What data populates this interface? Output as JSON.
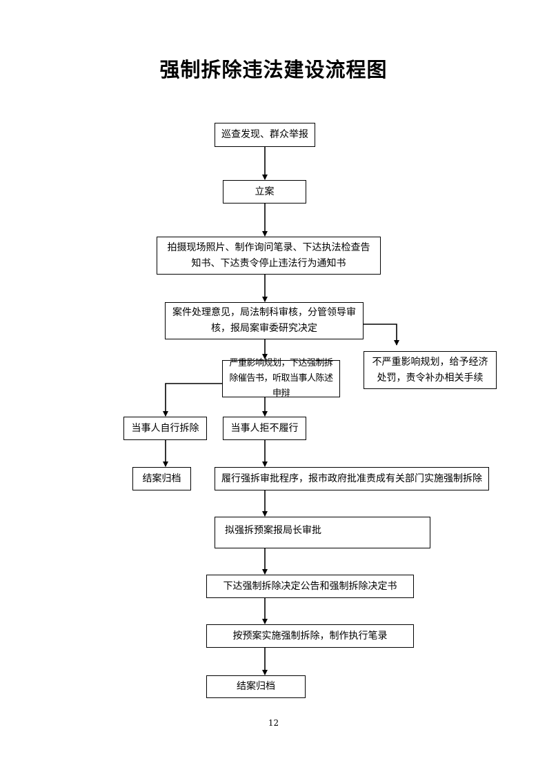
{
  "title": "强制拆除违法建设流程图",
  "steps": {
    "discover": "巡查发现、群众举报",
    "file_case": "立案",
    "investigate": "拍摄现场照片、制作询问笔录、下达执法检查告知书、下达责令停止违法行为通知书",
    "review": "案件处理意见，局法制科审核，分管领导审核，报局案审委研究决定",
    "minor": "不严重影响规划，给予经济处罚，责令补办相关手续",
    "serious": "严重影响规划，下达强制拆除催告书，听取当事人陈述申辩",
    "self_demolish": "当事人自行拆除",
    "close_left": "结案归档",
    "refuse": "当事人拒不履行",
    "approval_procedure": "履行强拆审批程序，报市政府批准责成有关部门实施强制拆除",
    "plan": "拟强拆预案报局长审批",
    "decision": "下达强制拆除决定公告和强制拆除决定书",
    "execute": "按预案实施强制拆除，制作执行笔录",
    "close_final": "结案归档"
  },
  "page_number": "12"
}
